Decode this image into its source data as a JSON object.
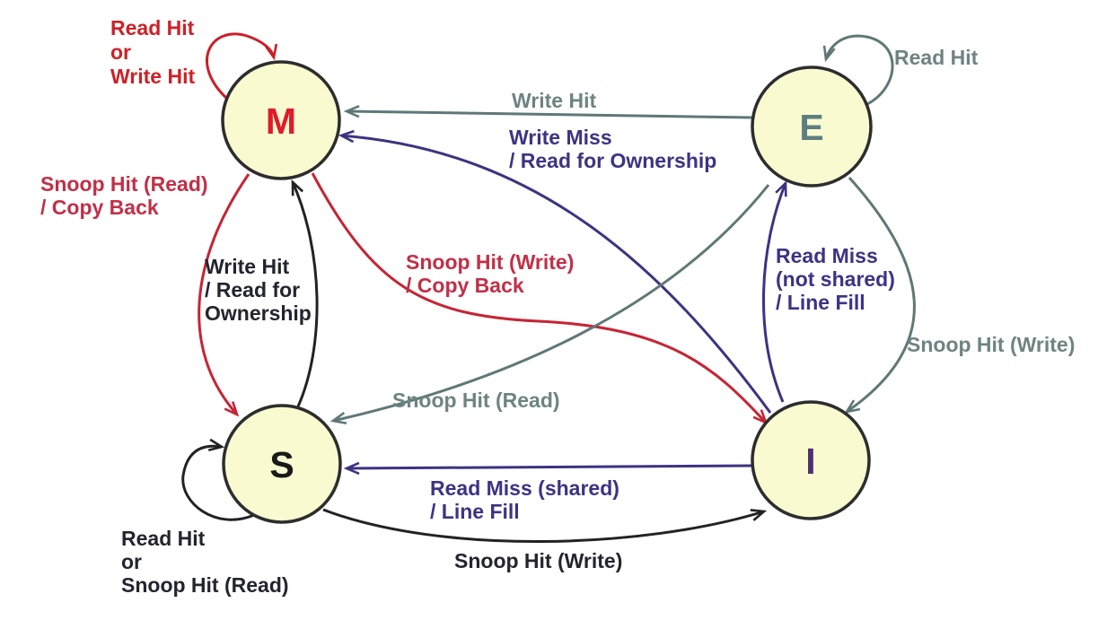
{
  "diagram": {
    "name": "MESI cache coherence protocol state diagram",
    "palette": {
      "state_fill": "#fafad0",
      "state_border": "#2d2d2d",
      "red": "#cb1f28",
      "crimson": "#c72434",
      "gray": "#5f7777",
      "purple": "#3c3382",
      "black": "#222222",
      "m_letter": "#e01b2a",
      "e_letter": "#5d7f7f",
      "s_letter": "#191919",
      "i_letter_left": "#a02540",
      "i_letter_right": "#3b3580"
    },
    "states": [
      {
        "id": "M",
        "label": "M"
      },
      {
        "id": "E",
        "label": "E"
      },
      {
        "id": "S",
        "label": "S"
      },
      {
        "id": "I",
        "label": "I"
      }
    ],
    "transitions": [
      {
        "from": "M",
        "to": "M",
        "color": "red",
        "lines": [
          "Read Hit",
          "or",
          "Write Hit"
        ]
      },
      {
        "from": "E",
        "to": "M",
        "color": "gray",
        "lines": [
          "Write Hit"
        ]
      },
      {
        "from": "I",
        "to": "M",
        "color": "purple",
        "lines": [
          "Write Miss",
          "/ Read for Ownership"
        ]
      },
      {
        "from": "E",
        "to": "E",
        "color": "gray",
        "lines": [
          "Read Hit"
        ]
      },
      {
        "from": "M",
        "to": "S",
        "color": "crimson",
        "lines": [
          "Snoop Hit (Read)",
          "/ Copy Back"
        ]
      },
      {
        "from": "S",
        "to": "M",
        "color": "black",
        "lines": [
          "Write Hit",
          "/ Read for",
          "Ownership"
        ]
      },
      {
        "from": "M",
        "to": "I",
        "color": "crimson",
        "lines": [
          "Snoop Hit (Write)",
          "/ Copy Back"
        ]
      },
      {
        "from": "I",
        "to": "E",
        "color": "purple",
        "lines": [
          "Read Miss",
          "(not shared)",
          "/ Line Fill"
        ]
      },
      {
        "from": "E",
        "to": "I",
        "color": "gray",
        "lines": [
          "Snoop Hit (Write)"
        ]
      },
      {
        "from": "E",
        "to": "S",
        "color": "gray",
        "lines": [
          "Snoop Hit (Read)"
        ]
      },
      {
        "from": "I",
        "to": "S",
        "color": "purple",
        "lines": [
          "Read Miss (shared)",
          "/ Line Fill"
        ]
      },
      {
        "from": "S",
        "to": "I",
        "color": "black",
        "lines": [
          "Snoop Hit (Write)"
        ]
      },
      {
        "from": "S",
        "to": "S",
        "color": "black",
        "lines": [
          "Read Hit",
          "or",
          "Snoop Hit (Read)"
        ]
      }
    ]
  }
}
